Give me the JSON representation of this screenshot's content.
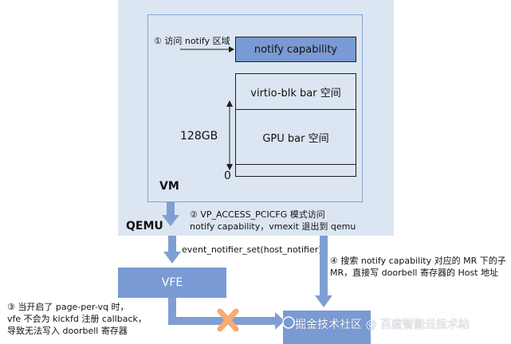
{
  "vm": {
    "label": "VM",
    "memory": {
      "notify": "notify capability",
      "virtio_blk": "virtio-blk bar 空间",
      "gpu": "GPU bar 空间",
      "size_label": "128GB",
      "zero_label": "0"
    },
    "step1": "① 访问 notify 区域"
  },
  "qemu": {
    "label": "QEMU",
    "step2": [
      "② VP_ACCESS_PCICFG 模式访问",
      "notify capability，vmexit 退出到 qemu"
    ],
    "event_call": "event_notifier_set(host_notifier)"
  },
  "vfe": {
    "label": "VFE"
  },
  "step3": [
    "③ 当开启了 page-per-vq 时，",
    "vfe 不会为 kickfd 注册 callback，",
    "导致无法写入 doorbell 寄存器"
  ],
  "step4": [
    "④ 搜索 notify capability 对应的 MR 下的子",
    "MR，直接写 doorbell 寄存器的 Host 地址"
  ],
  "watermark": "掘金技术社区 @ 百度智能云技术站",
  "colors": {
    "qemu_bg": "#dce6f2",
    "block": "#7a9ad4",
    "fail": "#f6ab72"
  }
}
